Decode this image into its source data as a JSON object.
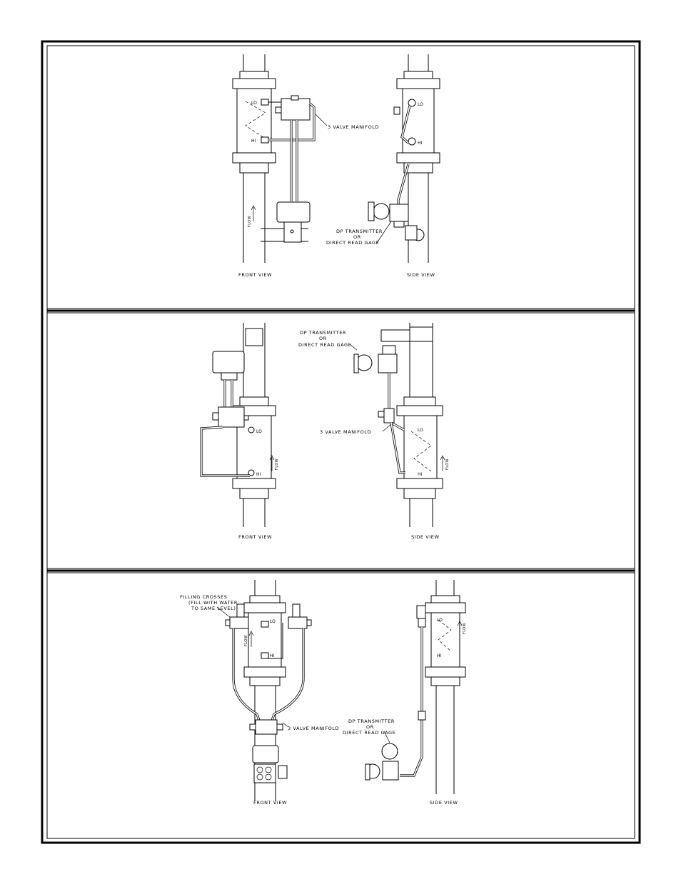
{
  "panels": [
    {
      "front": {
        "label": "FRONT VIEW",
        "tap_lo": "LO",
        "tap_hi": "HI",
        "flow": "FLOW"
      },
      "side": {
        "label": "SIDE VIEW",
        "tap_lo": "LO",
        "tap_hi": "HI"
      },
      "callouts": {
        "manifold": "3 VALVE MANIFOLD",
        "transmitter": [
          "DP TRANSMITTER",
          "OR",
          "DIRECT READ GAGE"
        ]
      }
    },
    {
      "front": {
        "label": "FRONT VIEW",
        "tap_lo": "LO",
        "tap_hi": "HI",
        "flow": "FLOW"
      },
      "side": {
        "label": "SIDE VIEW",
        "tap_lo": "LO",
        "tap_hi": "HI",
        "flow": "FLOW"
      },
      "callouts": {
        "manifold": "3 VALVE MANIFOLD",
        "transmitter": [
          "DP TRANSMITTER",
          "OR",
          "DIRECT READ GAGE"
        ]
      }
    },
    {
      "front": {
        "label": "FRONT VIEW",
        "tap_lo": "LO",
        "tap_hi": "HI",
        "flow": "FLOW"
      },
      "side": {
        "label": "SIDE VIEW",
        "tap_lo": "LO",
        "tap_hi": "HI",
        "flow": "FLOW"
      },
      "callouts": {
        "filling": [
          "FILLING CROSSES",
          "(FILL WITH WATER",
          "TO SAME LEVEL)"
        ],
        "manifold": "3 VALVE MANIFOLD",
        "transmitter": [
          "DP TRANSMITTER",
          "OR",
          "DIRECT READ GAGE"
        ]
      }
    }
  ]
}
